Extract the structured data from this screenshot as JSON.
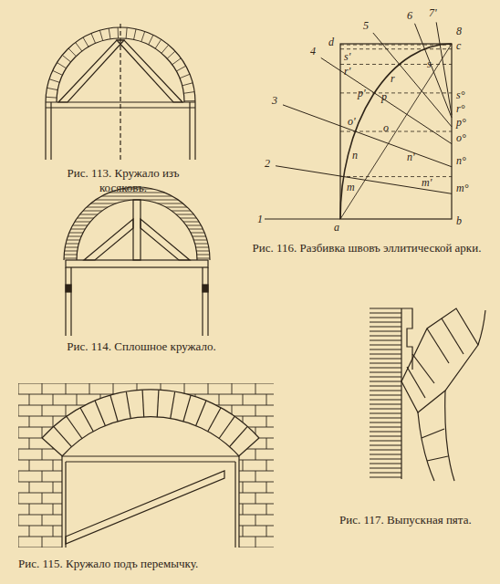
{
  "diagram": {
    "labels": [
      "Рис. 113. Кружало изъ косяковъ.",
      "Рис. 114. Сплошное кружало.",
      "Рис. 115. Кружало подъ перемычку.",
      "Рис. 116. Разбивка швовъ эллитической арки.",
      "Рис. 117. Выпускная пята.",
      "1",
      "2",
      "3",
      "4",
      "5",
      "6",
      "7'",
      "8",
      "d",
      "c",
      "a",
      "b",
      "s'",
      "r'",
      "r",
      "s",
      "p'",
      "p",
      "o'",
      "o",
      "n",
      "n'",
      "m",
      "m'",
      "s°",
      "r°",
      "p°",
      "o°",
      "n°",
      "m°"
    ]
  }
}
